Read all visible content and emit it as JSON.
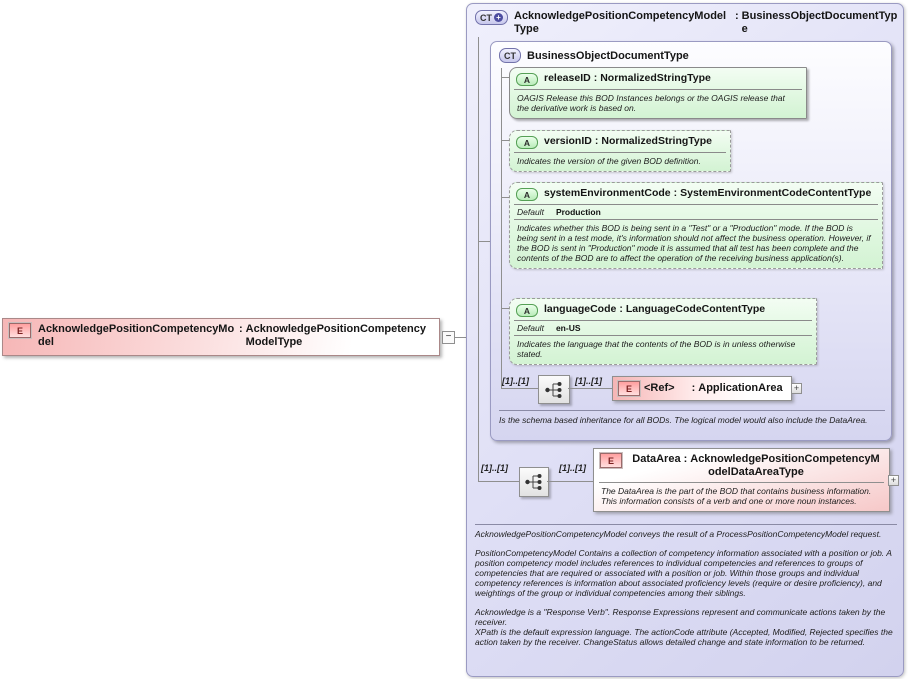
{
  "labels": {
    "colon": ":",
    "default": "Default"
  },
  "icons": {
    "element_letter": "E",
    "attribute_letter": "A",
    "complex_type_letters": "CT",
    "plus": "+",
    "minus": "−"
  },
  "root_element": {
    "name": "AcknowledgePositionCompetencyModel",
    "type": "AcknowledgePositionCompetencyModelType"
  },
  "outer_type": {
    "name": "AcknowledgePositionCompetencyModelType",
    "type": "BusinessObjectDocumentType",
    "base_type": {
      "name": "BusinessObjectDocumentType",
      "attributes": [
        {
          "name": "releaseID",
          "type": "NormalizedStringType",
          "annotation": "OAGIS Release this BOD Instances belongs or the OAGIS release that the derivative work is based on."
        },
        {
          "name": "versionID",
          "type": "NormalizedStringType",
          "annotation": "Indicates the version of the given BOD definition."
        },
        {
          "name": "systemEnvironmentCode",
          "type": "SystemEnvironmentCodeContentType",
          "default_value": "Production",
          "annotation": "Indicates whether this BOD is being sent in a \"Test\" or a \"Production\" mode. If the BOD is being sent in a test mode, it's information should not affect the business operation. However, if the BOD is sent in \"Production\" mode it is assumed that all test has been complete and the contents of the BOD are to affect the operation of the receiving business application(s)."
        },
        {
          "name": "languageCode",
          "type": "LanguageCodeContentType",
          "default_value": "en-US",
          "annotation": "Indicates the language that the contents of the BOD is in unless otherwise stated."
        }
      ],
      "content": {
        "card_left": "[1]..[1]",
        "card_right": "[1]..[1]",
        "element_name": "<Ref>",
        "element_type": "ApplicationArea"
      },
      "annotation": "Is the schema based inheritance for all BODs. The logical model would also include the DataArea."
    },
    "data_area": {
      "card_left": "[1]..[1]",
      "card_right": "[1]..[1]",
      "name": "DataArea",
      "type": "AcknowledgePositionCompetencyModelDataAreaType",
      "annotation": "The DataArea is the part of the BOD that contains business information. This information consists of a verb and one or more noun instances."
    },
    "doc_paragraphs": [
      "AcknowledgePositionCompetencyModel conveys the result of a ProcessPositionCompetencyModel request.",
      "PositionCompetencyModel  Contains a collection of competency information associated with a position or job. A position competency model includes references to individual competencies and references to groups of competencies that are required or associated with a position or job. Within those groups and individual competency references is information about associated proficiency levels (require or desire proficiency), and weightings of the group or individual competencies among their siblings.",
      "Acknowledge is a \"Response Verb\". Response Expressions represent and communicate actions taken by the receiver.\nXPath is the default expression language. The actionCode attribute (Accepted, Modified, Rejected specifies the action taken by the receiver. ChangeStatus allows detailed change and state information to be returned."
    ]
  }
}
